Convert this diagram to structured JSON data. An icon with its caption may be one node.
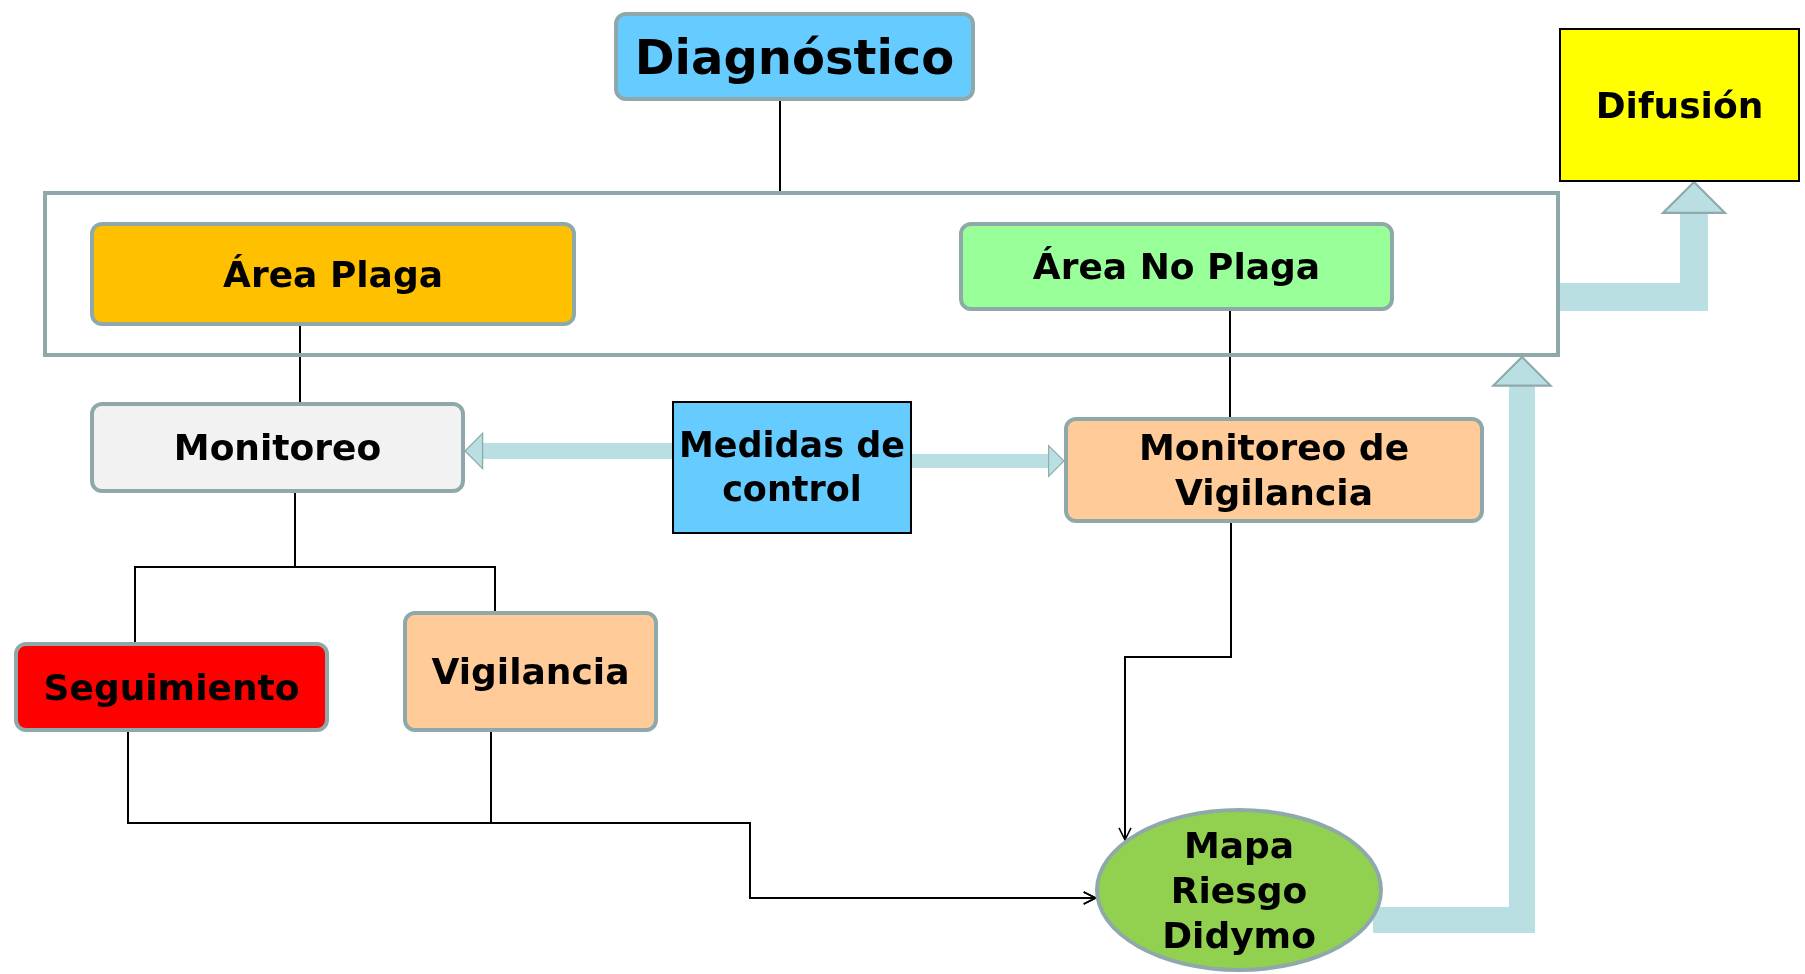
{
  "diagram": {
    "nodes": [
      {
        "text": [
          "Diagnóstico"
        ]
      },
      {
        "text": [],
        "shape": "box"
      },
      {
        "text": [
          "Área Plaga"
        ],
        "in": 1
      },
      {
        "text": [
          "Área  No Plaga"
        ],
        "in": 1
      },
      {
        "text": [
          "Difusión"
        ]
      },
      {
        "text": [
          "Monitoreo"
        ]
      },
      {
        "text": [
          "Medidas de control"
        ]
      },
      {
        "text": [
          "Monitoreo de Vigilancia"
        ]
      },
      {
        "text": [
          "Seguimiento"
        ]
      },
      {
        "text": [
          "Vigilancia"
        ]
      },
      {
        "text": [
          "Mapa Riesgo Didymo"
        ]
      }
    ],
    "edges": [
      {
        "from": 0,
        "to": 1,
        "arrow": "none"
      },
      {
        "from": 2,
        "to": 5,
        "arrow": "none"
      },
      {
        "from": 3,
        "to": 7,
        "arrow": "none"
      },
      {
        "from": 5,
        "to": 8,
        "arrow": "none"
      },
      {
        "from": 5,
        "to": 9,
        "arrow": "none"
      },
      {
        "from": 8,
        "to": 10,
        "arrow": "to"
      },
      {
        "from": 9,
        "to": 10,
        "arrow": "to"
      },
      {
        "from": 7,
        "to": 10,
        "arrow": "to"
      },
      {
        "from": 6,
        "to": 5,
        "arrow": "to",
        "style": "thick",
        "color": "#b9dfe2"
      },
      {
        "from": 6,
        "to": 7,
        "arrow": "to",
        "style": "thick",
        "color": "#b9dfe2"
      },
      {
        "from": 1,
        "to": 4,
        "arrow": "to",
        "style": "thick",
        "color": "#b9dfe2"
      },
      {
        "from": 10,
        "to": 1,
        "arrow": "to",
        "style": "thick",
        "color": "#b9dfe2"
      }
    ]
  }
}
